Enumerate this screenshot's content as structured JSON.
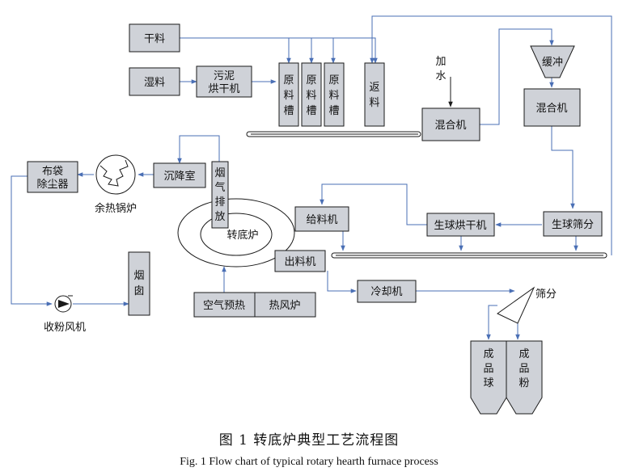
{
  "nodes": {
    "dry_material": "干料",
    "wet_material": "湿料",
    "sludge_dryer": [
      "污泥",
      "烘干机"
    ],
    "raw_bin": [
      "原",
      "料",
      "槽"
    ],
    "return_material": [
      "返",
      "料"
    ],
    "add_water": [
      "加",
      "水"
    ],
    "mixer_1": "混合机",
    "buffer": "缓冲",
    "mixer_2": "混合机",
    "bag_dust_collector": [
      "布袋",
      "除尘器"
    ],
    "waste_heat_boiler": "余热锅炉",
    "settling_chamber": "沉降室",
    "flue_gas_exhaust": [
      "烟",
      "气",
      "排",
      "放"
    ],
    "rotary_hearth_furnace": "转底炉",
    "feeder": "给料机",
    "green_ball_dryer": "生球烘干机",
    "green_ball_screen": "生球筛分",
    "discharger": "出料机",
    "chimney": [
      "烟",
      "囱"
    ],
    "collection_fan": "收粉风机",
    "air_preheat": "空气预热",
    "hot_air_furnace": "热风炉",
    "cooler": "冷却机",
    "screening": "筛分",
    "product_pellets": [
      "成",
      "品",
      "球"
    ],
    "product_powder": [
      "成",
      "品",
      "粉"
    ]
  },
  "caption": {
    "cn": "图 1    转底炉典型工艺流程图",
    "en": "Fig. 1    Flow chart of typical rotary hearth furnace process"
  },
  "colors": {
    "flow_line": "#4a6fb5",
    "box_fill": "#cfd2d8",
    "outline": "#1a1a1a"
  }
}
